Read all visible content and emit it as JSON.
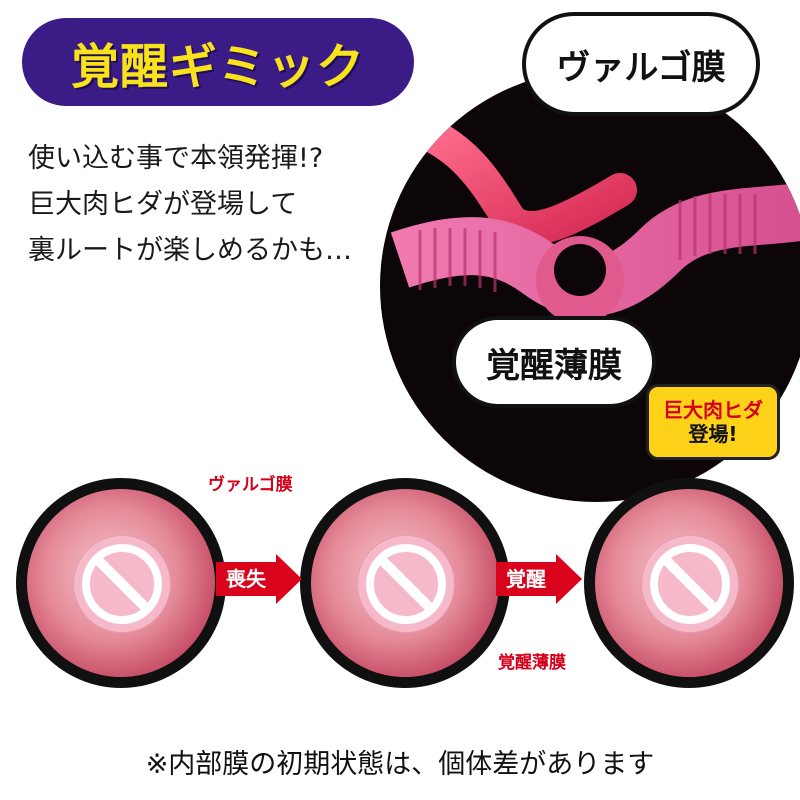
{
  "title": "覚醒ギミック",
  "description": {
    "lines": [
      "使い込む事で本領発揮!?",
      "巨大肉ヒダが登場して",
      "裏ルートが楽しめるかも…"
    ]
  },
  "diagram": {
    "bubble_top": "ヴァルゴ膜",
    "bubble_bottom": "覚醒薄膜",
    "callout": {
      "line1": "巨大肉ヒダ",
      "line2": "登場!"
    }
  },
  "steps": {
    "arrow1": "喪失",
    "arrow2": "覚醒",
    "label_varugo": "ヴァルゴ膜",
    "label_kakusei": "覚醒薄膜"
  },
  "footnote": "※内部膜の初期状態は、個体差があります",
  "colors": {
    "banner": "#3b1b86",
    "title_text": "#f7e21b",
    "arrow": "#d9041c",
    "callout_bg": "#ffd21a",
    "label_red": "#d4001a"
  }
}
